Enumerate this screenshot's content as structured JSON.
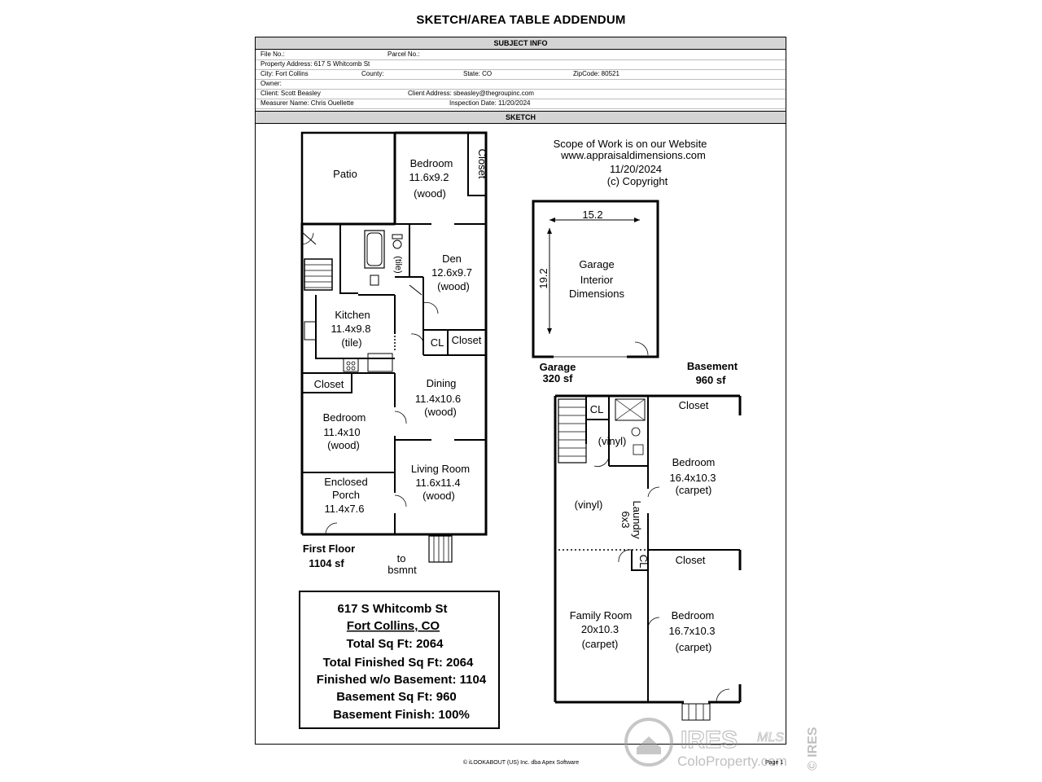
{
  "header": {
    "title": "SKETCH/AREA TABLE ADDENDUM"
  },
  "subject_info": {
    "band": "SUBJECT INFO",
    "file_no": "File No.:",
    "parcel_no": "Parcel No.:",
    "property_address": "Property Address: 617 S Whitcomb St",
    "city": "City: Fort Collins",
    "county": "County:",
    "state": "State: CO",
    "zip": "ZipCode: 80521",
    "owner": "Owner:",
    "client": "Client: Scott Beasley",
    "client_address": "Client Address: sbeasley@thegroupinc.com",
    "measurer": "Measurer Name: Chris Ouellette",
    "inspection": "Inspection Date: 11/20/2024"
  },
  "sketch": {
    "band": "SKETCH",
    "scope": [
      "Scope of Work is on our Website",
      "www.appraisaldimensions.com",
      "11/20/2024",
      "(c) Copyright"
    ],
    "rooms": {
      "patio": "Patio",
      "bedroom1": [
        "Bedroom",
        "11.6x9.2",
        "(wood)"
      ],
      "closet_top": "Closet",
      "tile_bath": "(tile)",
      "den": [
        "Den",
        "12.6x9.7",
        "(wood)"
      ],
      "kitchen": [
        "Kitchen",
        "11.4x9.8",
        "(tile)"
      ],
      "cl": "CL",
      "closet_den": "Closet",
      "closet_bed": "Closet",
      "dining": [
        "Dining",
        "11.4x10.6",
        "(wood)"
      ],
      "bedroom2": [
        "Bedroom",
        "11.4x10",
        "(wood)"
      ],
      "living": [
        "Living Room",
        "11.6x11.4",
        "(wood)"
      ],
      "porch": [
        "Enclosed",
        "Porch",
        "11.4x7.6"
      ],
      "first_floor": [
        "First Floor",
        "1104 sf"
      ],
      "to_bsmnt": [
        "to",
        "bsmnt"
      ]
    },
    "garage": {
      "width": "15.2",
      "depth": "19.2",
      "label": [
        "Garage",
        "Interior",
        "Dimensions"
      ],
      "caption": [
        "Garage",
        "320 sf"
      ]
    },
    "basement": {
      "caption": [
        "Basement",
        "960 sf"
      ],
      "cl1": "CL",
      "vinyl_bath": "(vinyl)",
      "closet1": "Closet",
      "bedroom1": [
        "Bedroom",
        "16.4x10.3",
        "(carpet)"
      ],
      "vinyl": "(vinyl)",
      "laundry": [
        "Laundry",
        "6x3"
      ],
      "cl2": "CL",
      "closet2": "Closet",
      "family": [
        "Family Room",
        "20x10.3",
        "(carpet)"
      ],
      "bedroom2": [
        "Bedroom",
        "16.7x10.3",
        "(carpet)"
      ]
    },
    "summary": {
      "address": "617 S Whitcomb St",
      "city": "Fort Collins, CO",
      "total": "Total Sq Ft: 2064",
      "finished": "Total Finished Sq Ft: 2064",
      "finished_wo": "Finished w/o Basement: 1104",
      "basement": "Basement Sq Ft: 960",
      "finish_pct": "Basement Finish: 100%"
    }
  },
  "footer": {
    "copyright": "© iLOOKABOUT (US) Inc. dba Apex Software",
    "page": "Page 1"
  },
  "watermark": {
    "brand": "IRES",
    "mls": "MLS",
    "site": "ColoProperty.com",
    "side": "© IRES"
  }
}
